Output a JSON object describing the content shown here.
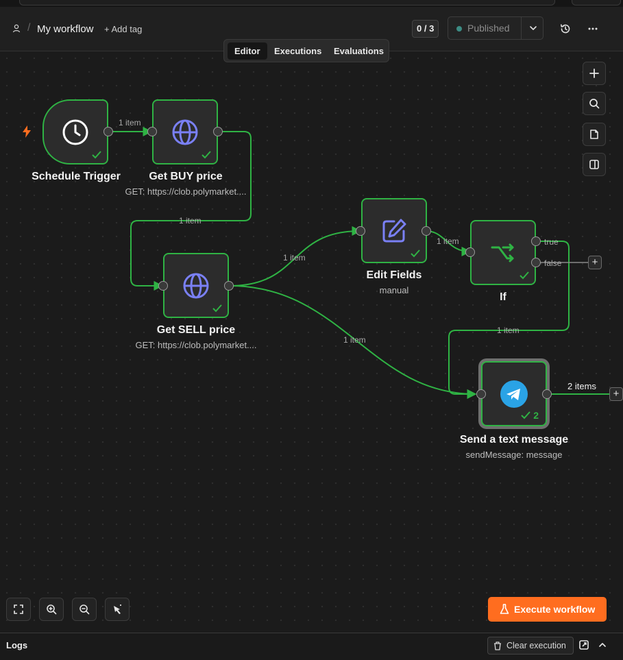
{
  "header": {
    "title": "My workflow",
    "add_tag": "+ Add tag",
    "counter": "0 / 3",
    "publish_status": "Published",
    "icons": {
      "user": "user-icon",
      "chevron": "chevron-down-icon",
      "history": "history-icon",
      "more": "more-icon"
    }
  },
  "tabs": [
    {
      "label": "Editor",
      "active": true
    },
    {
      "label": "Executions",
      "active": false
    },
    {
      "label": "Evaluations",
      "active": false
    }
  ],
  "nodes": {
    "schedule": {
      "title": "Schedule Trigger",
      "icon": "clock-icon"
    },
    "get_buy": {
      "title": "Get BUY price",
      "subtitle": "GET: https://clob.polymarket....",
      "icon": "globe-icon"
    },
    "get_sell": {
      "title": "Get SELL price",
      "subtitle": "GET: https://clob.polymarket....",
      "icon": "globe-icon"
    },
    "edit_fields": {
      "title": "Edit Fields",
      "subtitle": "manual",
      "icon": "edit-icon"
    },
    "if": {
      "title": "If",
      "icon": "branch-icon",
      "true_label": "true",
      "false_label": "false"
    },
    "telegram": {
      "title": "Send a text message",
      "subtitle": "sendMessage: message",
      "icon": "telegram-icon",
      "run_count": "2"
    }
  },
  "connections": {
    "schedule_to_buy": "1 item",
    "buy_to_sell": "1 item",
    "sell_to_edit": "1 item",
    "edit_to_if": "1 item",
    "sell_to_telegram": "1 item",
    "if_to_telegram": "1 item",
    "telegram_out": "2 items"
  },
  "canvas_controls": {
    "right": [
      "add-node-icon",
      "search-icon",
      "sticky-note-icon",
      "panel-icon"
    ],
    "bottom": [
      "fit-view-icon",
      "zoom-in-icon",
      "zoom-out-icon",
      "tidy-up-icon"
    ]
  },
  "execute_button": "Execute workflow",
  "logs": {
    "label": "Logs",
    "clear_button": "Clear execution"
  },
  "colors": {
    "success": "#2fb344",
    "accent": "#ff6d1f",
    "node_icon": "#7a80f5",
    "telegram": "#2aa3e6",
    "trigger_bolt": "#ff6d1f",
    "published_dot": "#3c8c84"
  }
}
